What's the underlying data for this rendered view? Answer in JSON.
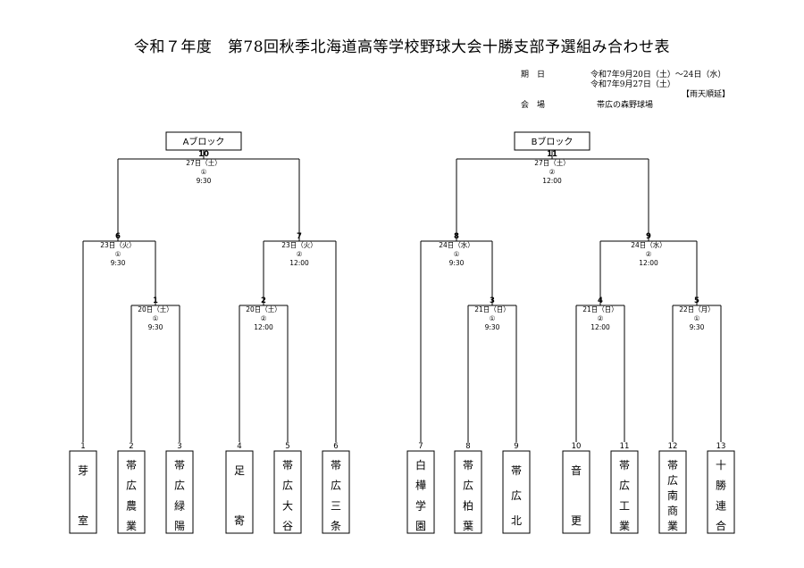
{
  "title": "令和７年度　第78回秋季北海道高等学校野球大会十勝支部予選組み合わせ表",
  "schedule": {
    "date_label": "期　日",
    "date_line1": "令和7年9月20日（土）～24日（水）",
    "date_line2": "令和7年9月27日（土）",
    "rain_note": "【雨天順延】",
    "venue_label": "会　場",
    "venue": "帯広の森野球場"
  },
  "blocks": [
    {
      "label": "Aブロック"
    },
    {
      "label": "Bブロック"
    }
  ],
  "teams": [
    {
      "seed": "1",
      "name": "芽室"
    },
    {
      "seed": "2",
      "name": "帯広農業"
    },
    {
      "seed": "3",
      "name": "帯広緑陽"
    },
    {
      "seed": "4",
      "name": "足寄"
    },
    {
      "seed": "5",
      "name": "帯広大谷"
    },
    {
      "seed": "6",
      "name": "帯広三条"
    },
    {
      "seed": "7",
      "name": "白樺学園"
    },
    {
      "seed": "8",
      "name": "帯広柏葉"
    },
    {
      "seed": "9",
      "name": "帯広北"
    },
    {
      "seed": "10",
      "name": "音更"
    },
    {
      "seed": "11",
      "name": "帯広工業"
    },
    {
      "seed": "12",
      "name": "帯広南商業"
    },
    {
      "seed": "13",
      "name": "十勝連合"
    }
  ],
  "matches": [
    {
      "no": "1",
      "date": "20日（土）",
      "order": "①",
      "time": "9:30"
    },
    {
      "no": "2",
      "date": "20日（土）",
      "order": "②",
      "time": "12:00"
    },
    {
      "no": "3",
      "date": "21日（日）",
      "order": "①",
      "time": "9:30"
    },
    {
      "no": "4",
      "date": "21日（日）",
      "order": "②",
      "time": "12:00"
    },
    {
      "no": "5",
      "date": "22日（月）",
      "order": "①",
      "time": "9:30"
    },
    {
      "no": "6",
      "date": "23日（火）",
      "order": "①",
      "time": "9:30"
    },
    {
      "no": "7",
      "date": "23日（火）",
      "order": "②",
      "time": "12:00"
    },
    {
      "no": "8",
      "date": "24日（水）",
      "order": "①",
      "time": "9:30"
    },
    {
      "no": "9",
      "date": "24日（水）",
      "order": "②",
      "time": "12:00"
    },
    {
      "no": "10",
      "date": "27日（土）",
      "order": "①",
      "time": "9:30"
    },
    {
      "no": "11",
      "date": "27日（土）",
      "order": "②",
      "time": "12:00"
    }
  ]
}
